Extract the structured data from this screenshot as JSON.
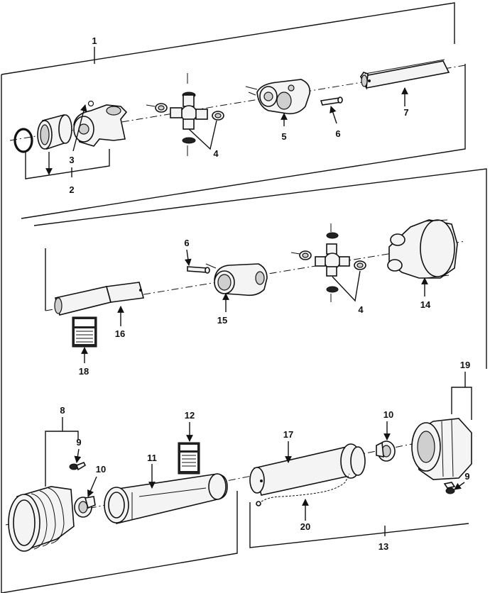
{
  "callouts": {
    "c1": "1",
    "c2": "2",
    "c3": "3",
    "c4a": "4",
    "c5": "5",
    "c6a": "6",
    "c7": "7",
    "c6b": "6",
    "c4b": "4",
    "c14": "14",
    "c15": "15",
    "c16": "16",
    "c18": "18",
    "c8": "8",
    "c9a": "9",
    "c10a": "10",
    "c11": "11",
    "c12": "12",
    "c17": "17",
    "c10b": "10",
    "c19": "19",
    "c9b": "9",
    "c20": "20",
    "c13": "13"
  },
  "colors": {
    "ink": "#111111",
    "paper": "#ffffff"
  }
}
